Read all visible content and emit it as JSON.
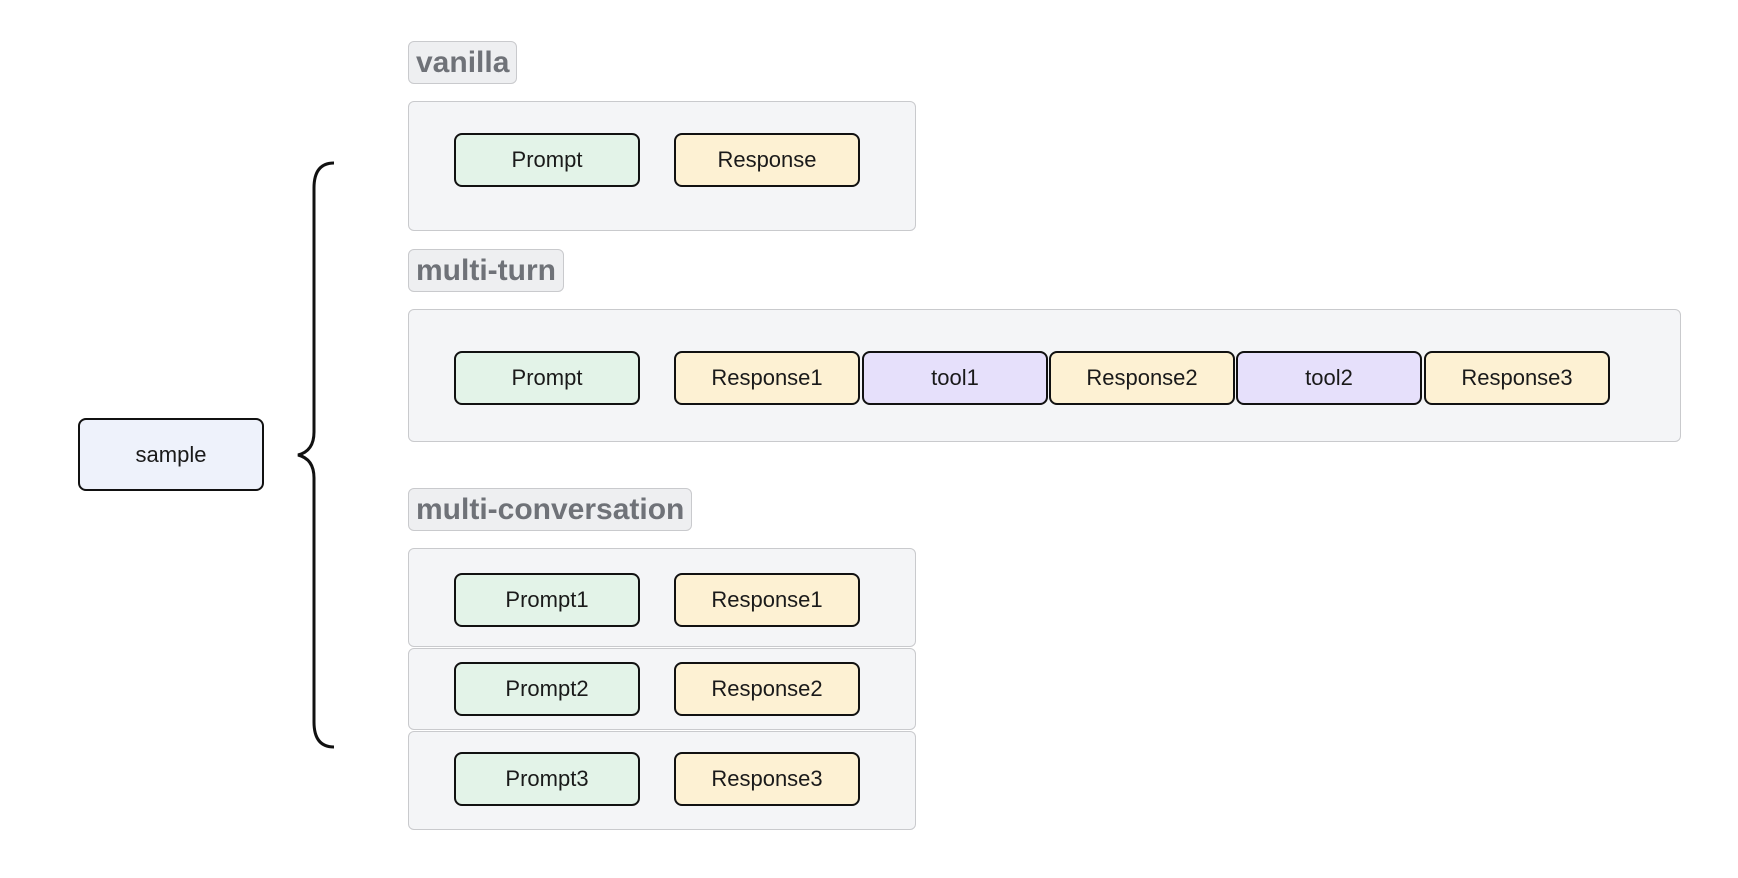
{
  "root": {
    "label": "sample"
  },
  "sections": {
    "vanilla": {
      "title": "vanilla",
      "prompt": "Prompt",
      "response": "Response"
    },
    "multi_turn": {
      "title": "multi-turn",
      "items": [
        "Prompt",
        "Response1",
        "tool1",
        "Response2",
        "tool2",
        "Response3"
      ]
    },
    "multi_conversation": {
      "title": "multi-conversation",
      "rows": [
        {
          "prompt": "Prompt1",
          "response": "Response1"
        },
        {
          "prompt": "Prompt2",
          "response": "Response2"
        },
        {
          "prompt": "Prompt3",
          "response": "Response3"
        }
      ]
    }
  },
  "colors": {
    "prompt": "#e3f3e8",
    "response": "#fdf1d3",
    "tool": "#e6e0fb",
    "sample": "#eef2fb",
    "panel": "#f4f5f7",
    "label_text": "#6f7278"
  }
}
